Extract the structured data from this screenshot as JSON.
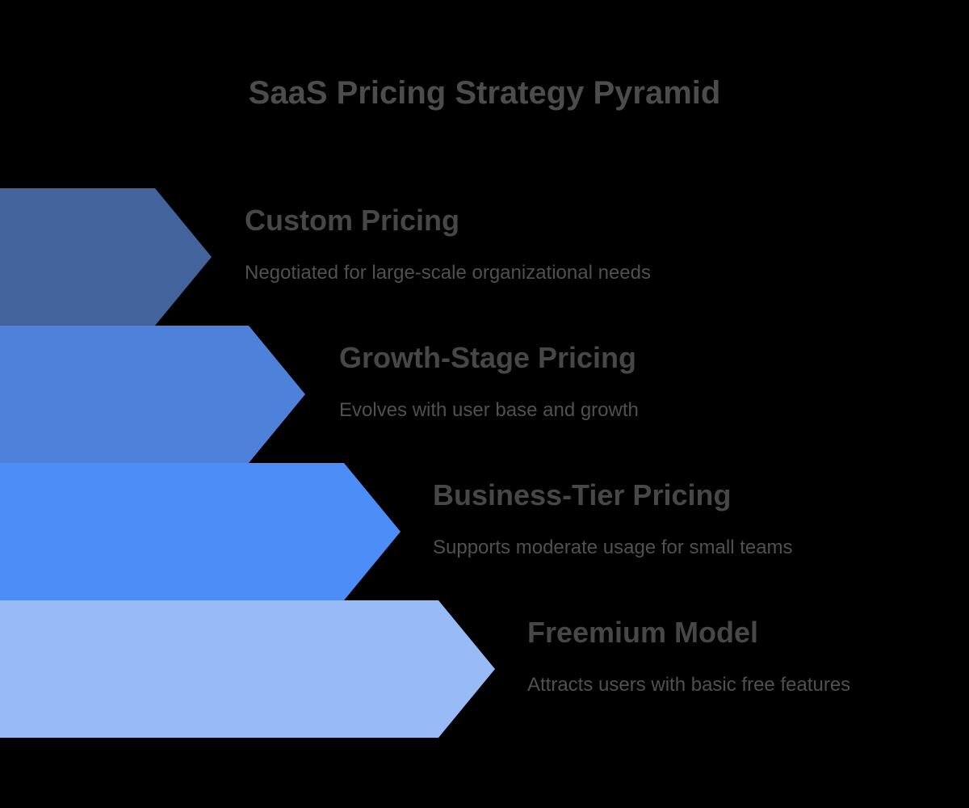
{
  "title": "SaaS Pricing Strategy Pyramid",
  "colors": {
    "background": "#000000",
    "title_text": "#4C4C4C",
    "tier_title_text": "#474747",
    "tier_desc_text": "#505050"
  },
  "tiers": [
    {
      "name": "Custom Pricing",
      "description": "Negotiated for large-scale organizational needs",
      "color": "#42639B"
    },
    {
      "name": "Growth-Stage Pricing",
      "description": "Evolves with user base and growth",
      "color": "#4E82DA"
    },
    {
      "name": "Business-Tier Pricing",
      "description": "Supports moderate usage for small teams",
      "color": "#4C8DF7"
    },
    {
      "name": "Freemium Model",
      "description": "Attracts users with basic free features",
      "color": "#98BBF8"
    }
  ]
}
